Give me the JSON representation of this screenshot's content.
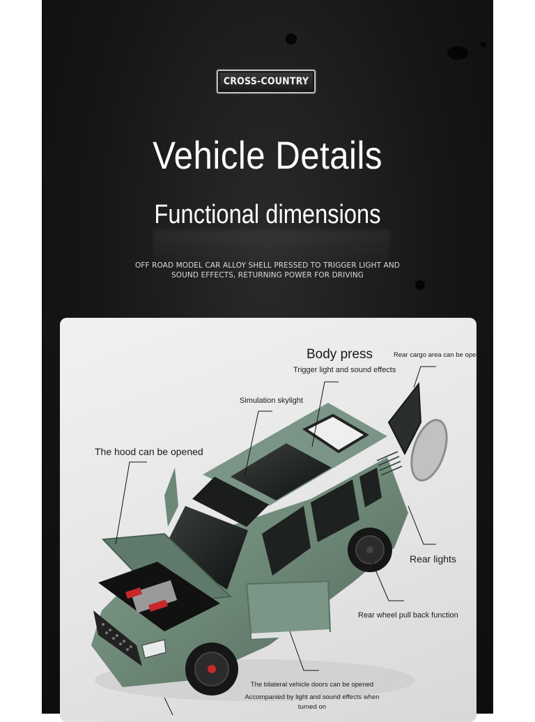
{
  "header": {
    "badge": "CROSS-COUNTRY",
    "title": "Vehicle Details",
    "subtitle": "Functional dimensions",
    "description_line1": "OFF ROAD MODEL CAR ALLOY SHELL PRESSED TO TRIGGER LIGHT AND",
    "description_line2": "SOUND EFFECTS, RETURNING POWER FOR DRIVING"
  },
  "callouts": {
    "body_press": "Body press",
    "trigger": "Trigger light and sound effects",
    "rear_cargo": "Rear cargo area can be opened",
    "skylight": "Simulation skylight",
    "hood": "The hood can be opened",
    "rear_lights": "Rear lights",
    "rear_wheel": "Rear wheel pull back function",
    "doors_line1": "The bilateral vehicle doors can be opened",
    "doors_line2": "Accompanied by light and sound effects when",
    "doors_line3": "turned on"
  },
  "colors": {
    "background": "#161616",
    "card": "#e8e8e8",
    "car_body": "#6f8a7a",
    "accent_red": "#c8282a"
  }
}
